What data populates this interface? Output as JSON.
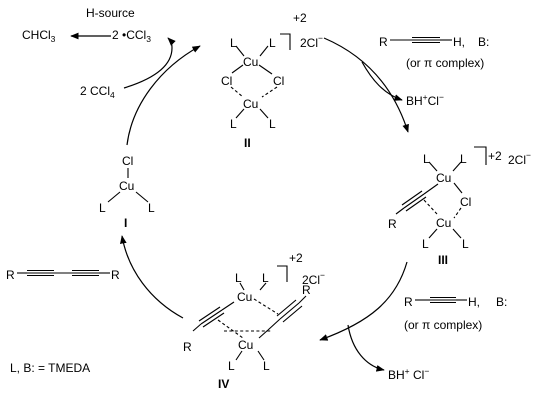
{
  "top_left": {
    "h_source": "H-source",
    "chcl3": "CHCl",
    "chcl3_sub": "3",
    "radical": "2 •CCl",
    "radical_sub": "3",
    "ccl4": "2 CCl",
    "ccl4_sub": "4"
  },
  "complex_I": {
    "label": "I",
    "cl": "Cl",
    "cu": "Cu",
    "l_left": "L",
    "l_right": "L"
  },
  "complex_II": {
    "label": "II",
    "charge": "+2",
    "counter": "2Cl",
    "counter_sup": "−",
    "cu_top": "Cu",
    "cu_bottom": "Cu",
    "cl_left": "Cl",
    "cl_right": "Cl",
    "l": "L"
  },
  "complex_III": {
    "label": "III",
    "charge": "+2",
    "counter": "2Cl",
    "counter_sup": "−",
    "cu_top": "Cu",
    "cu_bottom": "Cu",
    "cl": "Cl",
    "r": "R",
    "l": "L"
  },
  "complex_IV": {
    "label": "IV",
    "charge": "+2",
    "counter": "2Cl",
    "counter_sup": "−",
    "cu_top": "Cu",
    "cu_bottom": "Cu",
    "r": "R",
    "l": "L"
  },
  "reagent_1": {
    "r": "R",
    "h": "H,",
    "base": "B:",
    "or_pi": "(or  π complex)",
    "byproduct": "BH",
    "byproduct_sup": "+",
    "byproduct_tail": "Cl",
    "byproduct_tail_sup": "−"
  },
  "reagent_2": {
    "r": "R",
    "h": "H,",
    "base": "B:",
    "or_pi": "(or  π complex)",
    "byproduct": "BH",
    "byproduct_sup": "+",
    "byproduct_tail": " Cl",
    "byproduct_tail_sup": "−"
  },
  "product": {
    "r_left": "R",
    "r_right": "R"
  },
  "legend": "L, B: = TMEDA"
}
